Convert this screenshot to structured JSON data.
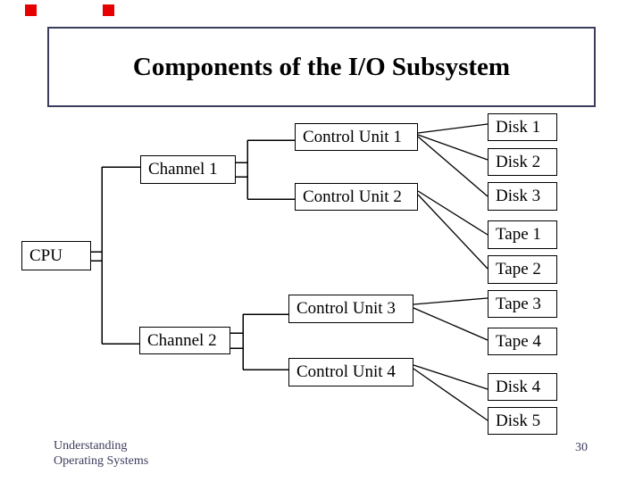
{
  "slide": {
    "title": "Components of the I/O Subsystem",
    "footer": {
      "line1": "Understanding",
      "line2": "Operating Systems"
    },
    "page_number": "30"
  },
  "nodes": {
    "cpu": {
      "label": "CPU"
    },
    "channel1": {
      "label": "Channel 1"
    },
    "channel2": {
      "label": "Channel 2"
    },
    "control_unit1": {
      "label": "Control Unit 1"
    },
    "control_unit2": {
      "label": "Control Unit 2"
    },
    "control_unit3": {
      "label": "Control Unit 3"
    },
    "control_unit4": {
      "label": "Control Unit 4"
    },
    "disk1": {
      "label": "Disk 1"
    },
    "disk2": {
      "label": "Disk 2"
    },
    "disk3": {
      "label": "Disk 3"
    },
    "tape1": {
      "label": "Tape 1"
    },
    "tape2": {
      "label": "Tape 2"
    },
    "tape3": {
      "label": "Tape 3"
    },
    "tape4": {
      "label": "Tape 4"
    },
    "disk4": {
      "label": "Disk 4"
    },
    "disk5": {
      "label": "Disk 5"
    }
  },
  "connections": [
    "CPU - Channel 1",
    "CPU - Channel 2",
    "Channel 1 - Control Unit 1",
    "Channel 1 - Control Unit 2",
    "Channel 2 - Control Unit 3",
    "Channel 2 - Control Unit 4",
    "Control Unit 1 - Disk 1",
    "Control Unit 1 - Disk 2",
    "Control Unit 1 - Disk 3",
    "Control Unit 2 - Tape 1",
    "Control Unit 2 - Tape 2",
    "Control Unit 3 - Tape 3",
    "Control Unit 3 - Tape 4",
    "Control Unit 4 - Disk 4",
    "Control Unit 4 - Disk 5"
  ],
  "colors": {
    "background": "#ffffff",
    "title_border": "#3c3c5c",
    "node_border": "#000000",
    "connector_line": "#000000",
    "footer_text": "#3c3c5c",
    "nav_square": "#e60000"
  }
}
